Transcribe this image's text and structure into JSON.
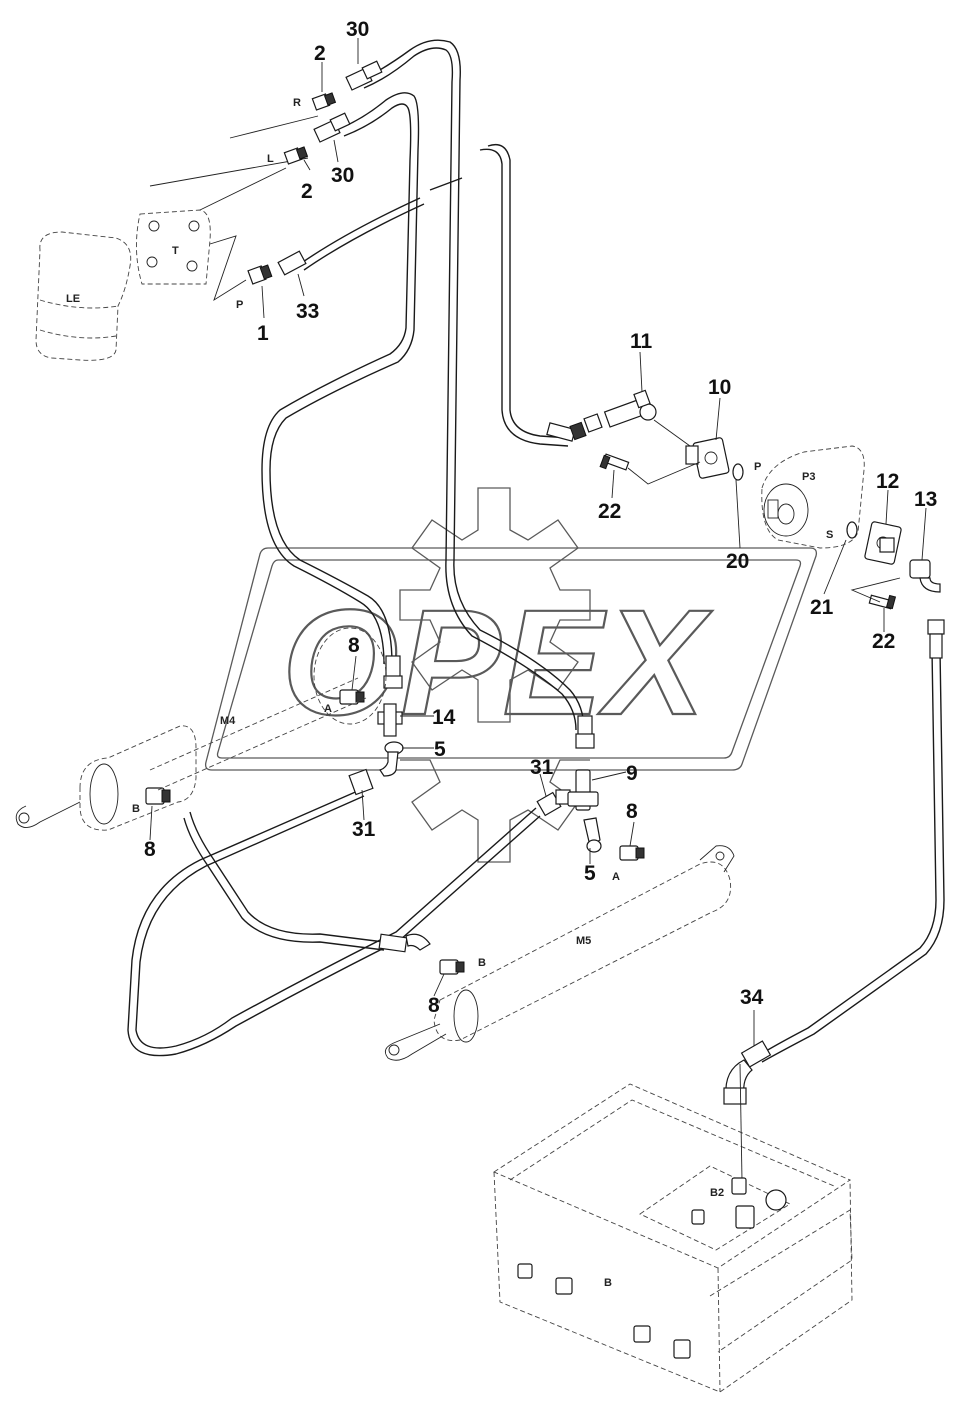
{
  "watermark": {
    "brand_text": "OPEX"
  },
  "callouts": [
    {
      "id": "c30a",
      "text": "30"
    },
    {
      "id": "c2a",
      "text": "2"
    },
    {
      "id": "c2b",
      "text": "2"
    },
    {
      "id": "c30b",
      "text": "30"
    },
    {
      "id": "c33",
      "text": "33"
    },
    {
      "id": "c1",
      "text": "1"
    },
    {
      "id": "c11",
      "text": "11"
    },
    {
      "id": "c10",
      "text": "10"
    },
    {
      "id": "c22a",
      "text": "22"
    },
    {
      "id": "c20",
      "text": "20"
    },
    {
      "id": "c12",
      "text": "12"
    },
    {
      "id": "c13",
      "text": "13"
    },
    {
      "id": "c21",
      "text": "21"
    },
    {
      "id": "c22b",
      "text": "22"
    },
    {
      "id": "c8a",
      "text": "8"
    },
    {
      "id": "c14",
      "text": "14"
    },
    {
      "id": "c5a",
      "text": "5"
    },
    {
      "id": "c31a",
      "text": "31"
    },
    {
      "id": "c9",
      "text": "9"
    },
    {
      "id": "c31b",
      "text": "31"
    },
    {
      "id": "c8b",
      "text": "8"
    },
    {
      "id": "c8c",
      "text": "8"
    },
    {
      "id": "c5b",
      "text": "5"
    },
    {
      "id": "c8d",
      "text": "8"
    },
    {
      "id": "c34",
      "text": "34"
    }
  ],
  "port_labels": [
    {
      "id": "pR",
      "text": "R"
    },
    {
      "id": "pL",
      "text": "L"
    },
    {
      "id": "pT",
      "text": "T"
    },
    {
      "id": "pP",
      "text": "P"
    },
    {
      "id": "pLE",
      "text": "LE"
    },
    {
      "id": "pP2",
      "text": "P"
    },
    {
      "id": "pP3",
      "text": "P3"
    },
    {
      "id": "pS",
      "text": "S"
    },
    {
      "id": "pM4",
      "text": "M4"
    },
    {
      "id": "pA1",
      "text": "A"
    },
    {
      "id": "pB1",
      "text": "B"
    },
    {
      "id": "pA2",
      "text": "A"
    },
    {
      "id": "pM5",
      "text": "M5"
    },
    {
      "id": "pB2",
      "text": "B"
    },
    {
      "id": "pB2tank",
      "text": "B2"
    },
    {
      "id": "pBtank",
      "text": "B"
    }
  ]
}
